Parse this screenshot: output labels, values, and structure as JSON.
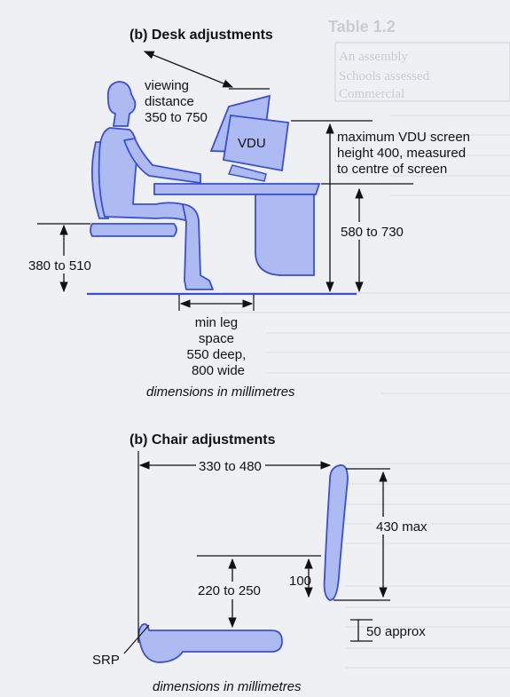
{
  "desk": {
    "title": "(b) Desk adjustments",
    "viewing_line1": "viewing",
    "viewing_line2": "distance",
    "viewing_line3": "350 to 750",
    "vdu": "VDU",
    "max_line1": "maximum VDU screen",
    "max_line2": "height 400, measured",
    "max_line3": "to centre of screen",
    "desk_height": "580 to 730",
    "seat_height": "380 to 510",
    "leg_line1": "min leg",
    "leg_line2": "space",
    "leg_line3": "550 deep,",
    "leg_line4": "800 wide",
    "units": "dimensions in millimetres"
  },
  "chair": {
    "title": "(b) Chair adjustments",
    "backrest_span": "330 to 480",
    "backrest_height": "430 max",
    "backrest_offset": "100",
    "backrest_gap": "220 to 250",
    "seat_thickness": "50 approx",
    "srp": "SRP",
    "units": "dimensions in millimetres"
  },
  "background": {
    "table_heading": "Table 1.2",
    "table_rows": [
      "An assembly",
      "Schools assessed",
      "Commercial"
    ]
  },
  "colors": {
    "blue_fill": "#aebaf2",
    "blue_stroke": "#3a4fd6",
    "ink": "#111111",
    "paper": "#eef0f3"
  }
}
